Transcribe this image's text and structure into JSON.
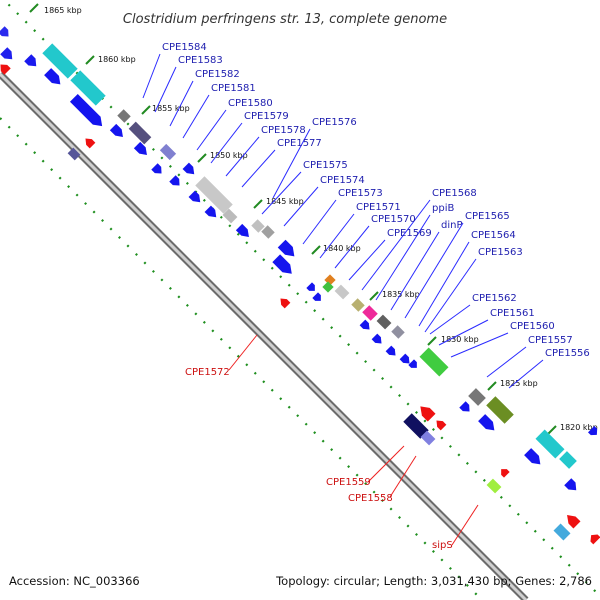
{
  "title": "Clostridium perfringens str. 13, complete genome",
  "footer": {
    "accession": "Accession: NC_003366",
    "summary": "Topology: circular; Length: 3,031,430 bp; Genes: 2,786"
  },
  "colors": {
    "backbone": "#9a9a9a",
    "forward_gene": "#1010ee",
    "reverse_gene": "#ee1010",
    "tick": "#228b22",
    "label_blue": "#1f1faf",
    "label_red": "#cc1111"
  },
  "scale_labels": [
    "1865 kbp",
    "1860 kbp",
    "1855 kbp",
    "1850 kbp",
    "1845 kbp",
    "1840 kbp",
    "1835 kbp",
    "1830 kbp",
    "1825 kbp",
    "1820 kbp"
  ],
  "gene_labels_forward": [
    "CPE1584",
    "CPE1583",
    "CPE1582",
    "CPE1581",
    "CPE1580",
    "CPE1579",
    "CPE1578",
    "CPE1576",
    "CPE1577",
    "CPE1575",
    "CPE1574",
    "CPE1573",
    "CPE1571",
    "CPE1570",
    "CPE1569",
    "CPE1568",
    "ppiB",
    "dinP",
    "CPE1565",
    "CPE1564",
    "CPE1563",
    "CPE1562",
    "CPE1561",
    "CPE1560",
    "CPE1557",
    "CPE1556"
  ],
  "gene_labels_reverse": [
    "CPE1572",
    "CPE1559",
    "CPE1558",
    "sipS"
  ]
}
